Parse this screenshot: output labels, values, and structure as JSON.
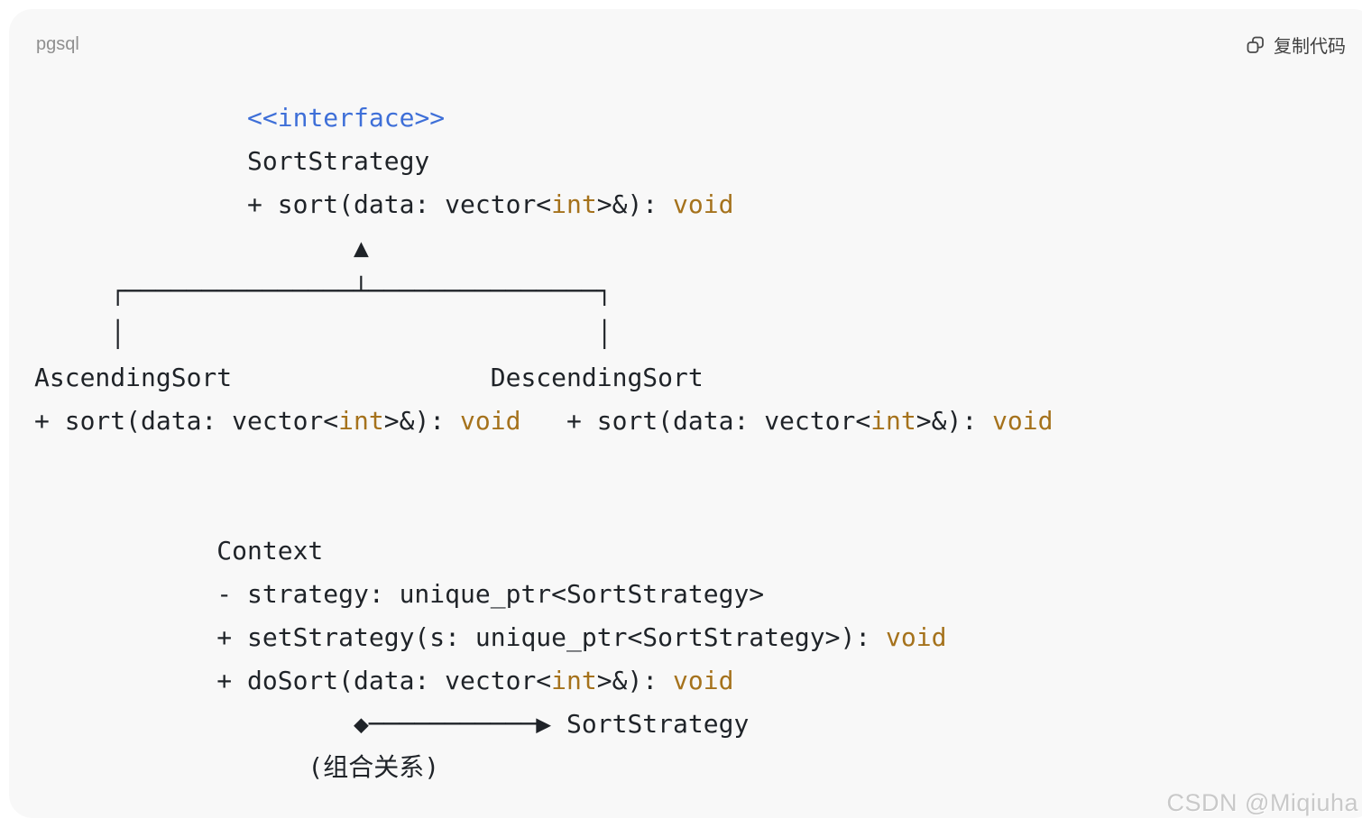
{
  "code_block": {
    "language_label": "pgsql",
    "copy_button": {
      "label": "复制代码",
      "icon": "copy-icon"
    },
    "syntax_colors": {
      "d": "#1f2328",
      "b": "#3e6fd8",
      "o": "#a5721c"
    },
    "lines": [
      [
        {
          "t": "              "
        },
        {
          "t": "<<interface>>",
          "c": "b"
        }
      ],
      [
        {
          "t": "              SortStrategy"
        }
      ],
      [
        {
          "t": "              + sort(data: vector<"
        },
        {
          "t": "int",
          "c": "o"
        },
        {
          "t": ">&): "
        },
        {
          "t": "void",
          "c": "o"
        }
      ],
      [
        {
          "t": "                     ▲"
        }
      ],
      [
        {
          "t": "     ┌───────────────┴───────────────┐"
        }
      ],
      [
        {
          "t": "     │                               │"
        }
      ],
      [
        {
          "t": "AscendingSort                 DescendingSort"
        }
      ],
      [
        {
          "t": "+ sort(data: vector<"
        },
        {
          "t": "int",
          "c": "o"
        },
        {
          "t": ">&): "
        },
        {
          "t": "void",
          "c": "o"
        },
        {
          "t": "   + sort(data: vector<"
        },
        {
          "t": "int",
          "c": "o"
        },
        {
          "t": ">&): "
        },
        {
          "t": "void",
          "c": "o"
        }
      ],
      [],
      [],
      [
        {
          "t": "            Context"
        }
      ],
      [
        {
          "t": "            - strategy: unique_ptr<SortStrategy>"
        }
      ],
      [
        {
          "t": "            + setStrategy(s: unique_ptr<SortStrategy>): "
        },
        {
          "t": "void",
          "c": "o"
        }
      ],
      [
        {
          "t": "            + doSort(data: vector<"
        },
        {
          "t": "int",
          "c": "o"
        },
        {
          "t": ">&): "
        },
        {
          "t": "void",
          "c": "o"
        }
      ],
      [
        {
          "t": "                     ◆───────────▶ SortStrategy"
        }
      ],
      [
        {
          "t": "                  (组合关系)"
        }
      ]
    ]
  },
  "watermark": {
    "text": "CSDN @Miqiuha"
  }
}
